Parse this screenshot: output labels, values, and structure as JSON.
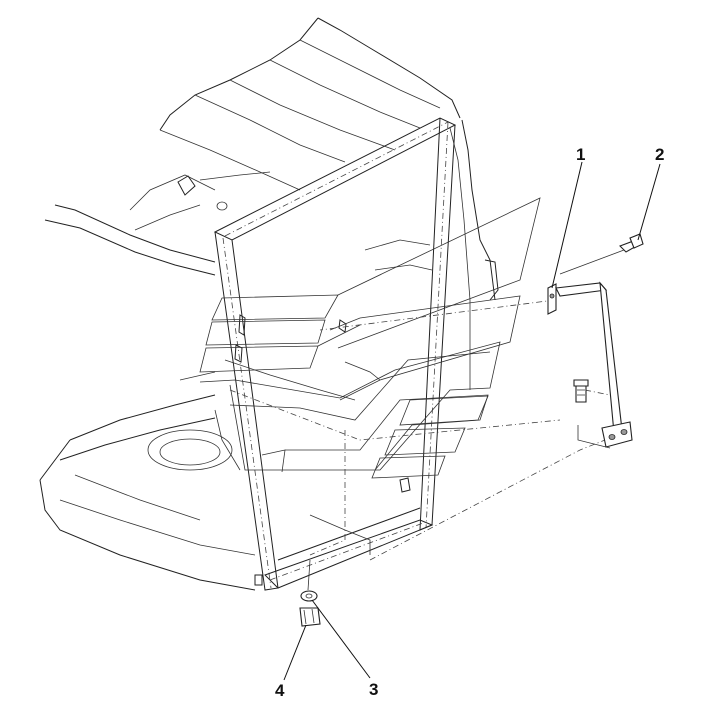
{
  "callouts": [
    {
      "id": "1",
      "label": "1"
    },
    {
      "id": "2",
      "label": "2"
    },
    {
      "id": "3",
      "label": "3"
    },
    {
      "id": "4",
      "label": "4"
    }
  ],
  "colors": {
    "line": "#222222",
    "background": "#ffffff"
  }
}
